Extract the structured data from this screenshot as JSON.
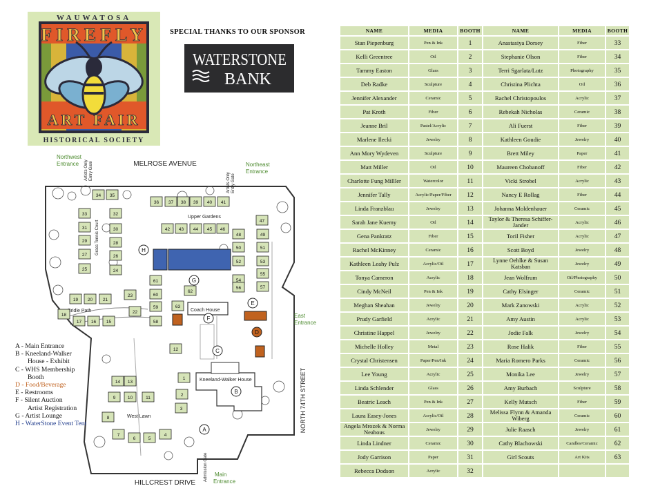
{
  "logo": {
    "line1": "WAUWATOSA",
    "line2": "FIREFLY",
    "line3": "ART FAIR",
    "line4": "HISTORICAL SOCIETY"
  },
  "sponsor": {
    "thanks": "SPECIAL THANKS TO OUR SPONSOR",
    "logo_line1": "WATERSTONE",
    "logo_line2": "BANK",
    "colors": {
      "logo_bg": "#2c2c2e",
      "logo_text": "#ffffff"
    }
  },
  "map": {
    "streets": {
      "north": "MELROSE AVENUE",
      "south": "HILLCREST DRIVE",
      "east": "NORTH 74TH STREET"
    },
    "entrances": {
      "northwest": [
        "Northwest",
        "Entrance"
      ],
      "northeast": [
        "Northeast",
        "Entrance"
      ],
      "east": [
        "East",
        "Entrance"
      ],
      "main": [
        "Main",
        "Entrance"
      ]
    },
    "gates": {
      "artists_left": [
        "Artists Only",
        "Entry Gate"
      ],
      "artists_right": [
        "Artists Only",
        "Entry Gate"
      ],
      "admission": "Admission Gate"
    },
    "areas": {
      "upper_gardens": "Upper Gardens",
      "bridle_path": "Bridle Path",
      "grass_tennis_court": "Grass Tennis Court",
      "coach_house": "Coach House",
      "kneeland_walker_house": "Kneeland-Walker House",
      "west_lawn": "West Lawn"
    },
    "booths": [
      "1",
      "2",
      "3",
      "4",
      "5",
      "6",
      "7",
      "8",
      "9",
      "10",
      "11",
      "12",
      "13",
      "14",
      "15",
      "16",
      "17",
      "18",
      "19",
      "20",
      "21",
      "22",
      "23",
      "24",
      "25",
      "26",
      "27",
      "28",
      "29",
      "30",
      "31",
      "32",
      "33",
      "34",
      "35",
      "36",
      "37",
      "38",
      "39",
      "40",
      "41",
      "42",
      "43",
      "44",
      "45",
      "46",
      "47",
      "48",
      "49",
      "50",
      "51",
      "52",
      "53",
      "54",
      "55",
      "56",
      "57",
      "58",
      "59",
      "60",
      "61",
      "62",
      "63"
    ],
    "markers": [
      "A",
      "B",
      "C",
      "D",
      "E",
      "F",
      "G",
      "H"
    ]
  },
  "legend": {
    "a": "A - Main Entrance",
    "b1": "B - Kneeland-Walker",
    "b2": "House - Exhibit",
    "c1": "C - WHS Membership",
    "c2": "Booth",
    "d": "D - Food/Beverage",
    "e": "E - Restrooms",
    "f1": "F - Silent Auction",
    "f2": "Artist Registration",
    "g": "G - Artist Lounge",
    "h": "H - WaterStone Event Tent",
    "colors": {
      "food": "#c0621f",
      "tent": "#1f3b8c",
      "entrance": "#4c8a2e"
    }
  },
  "table": {
    "headers": [
      "NAME",
      "MEDIA",
      "BOOTH",
      "NAME",
      "MEDIA",
      "BOOTH"
    ],
    "rows": [
      [
        [
          "Stan Piepenburg",
          "Pen & Ink",
          "1"
        ],
        [
          "Anastasiya Dorsey",
          "Fiber",
          "33"
        ]
      ],
      [
        [
          "Kelli Greentree",
          "Oil",
          "2"
        ],
        [
          "Stephanie Olson",
          "Fiber",
          "34"
        ]
      ],
      [
        [
          "Tammy Easton",
          "Glass",
          "3"
        ],
        [
          "Terri Sgarlata/Lutz",
          "Photography",
          "35"
        ]
      ],
      [
        [
          "Deb Radke",
          "Sculpture",
          "4"
        ],
        [
          "Christina Plichta",
          "Oil",
          "36"
        ]
      ],
      [
        [
          "Jennifer Alexander",
          "Ceramic",
          "5"
        ],
        [
          "Rachel Christopoulos",
          "Acrylic",
          "37"
        ]
      ],
      [
        [
          "Pat Kroth",
          "Fiber",
          "6"
        ],
        [
          "Rebekah Nicholas",
          "Ceramic",
          "38"
        ]
      ],
      [
        [
          "Jeanne Bril",
          "Pastel/Acrylic",
          "7"
        ],
        [
          "Ali Fuerst",
          "Fiber",
          "39"
        ]
      ],
      [
        [
          "Marlene Ilecki",
          "Jewelry",
          "8"
        ],
        [
          "Kathleen Goudie",
          "Jewelry",
          "40"
        ]
      ],
      [
        [
          "Ann Mory Wydeven",
          "Sculpture",
          "9"
        ],
        [
          "Brett Miley",
          "Paper",
          "41"
        ]
      ],
      [
        [
          "Matt Miller",
          "Oil",
          "10"
        ],
        [
          "Maureen Chobanoff",
          "Fiber",
          "42"
        ]
      ],
      [
        [
          "Charlotte Fung Milller",
          "Watercolor",
          "11"
        ],
        [
          "Vicki Strobel",
          "Acrylic",
          "43"
        ]
      ],
      [
        [
          "Jennifer Tally",
          "Acrylic/Paper/Fiber",
          "12"
        ],
        [
          "Nancy E Rollag",
          "Fiber",
          "44"
        ]
      ],
      [
        [
          "Linda Franzblau",
          "Jewelry",
          "13"
        ],
        [
          "Johanna Moldenhauer",
          "Ceramic",
          "45"
        ]
      ],
      [
        [
          "Sarah Jane Kuemy",
          "Oil",
          "14"
        ],
        [
          "Taylor & Theresa Schiffer-Jander",
          "Acrylic",
          "46"
        ]
      ],
      [
        [
          "Gena Pankratz",
          "Fiber",
          "15"
        ],
        [
          "Toril Fisher",
          "Acrylic",
          "47"
        ]
      ],
      [
        [
          "Rachel McKinney",
          "Ceramic",
          "16"
        ],
        [
          "Scott Boyd",
          "Jewelry",
          "48"
        ]
      ],
      [
        [
          "Kathleen Leahy Pulz",
          "Acrylic/Oil",
          "17"
        ],
        [
          "Lynne Oehlke & Susan Katsban",
          "Jewelry",
          "49"
        ]
      ],
      [
        [
          "Tonya Cameron",
          "Acrylic",
          "18"
        ],
        [
          "Jean Wolfrum",
          "Oil/Photography",
          "50"
        ]
      ],
      [
        [
          "Cindy McNeil",
          "Pen & Ink",
          "19"
        ],
        [
          "Cathy Elsinger",
          "Ceramic",
          "51"
        ]
      ],
      [
        [
          "Meghan Sheahan",
          "Jewelry",
          "20"
        ],
        [
          "Mark Zanowski",
          "Acrylic",
          "52"
        ]
      ],
      [
        [
          "Prudy Garfield",
          "Acrylic",
          "21"
        ],
        [
          "Amy Austin",
          "Acrylic",
          "53"
        ]
      ],
      [
        [
          "Christine Happel",
          "Jewelry",
          "22"
        ],
        [
          "Jodie Falk",
          "Jewelry",
          "54"
        ]
      ],
      [
        [
          "Michelle Holley",
          "Metal",
          "23"
        ],
        [
          "Rose Halik",
          "Fiber",
          "55"
        ]
      ],
      [
        [
          "Crystal Christensen",
          "Paper/Pen/Ink",
          "24"
        ],
        [
          "Maria Romero Parks",
          "Ceramic",
          "56"
        ]
      ],
      [
        [
          "Lee Young",
          "Acrylic",
          "25"
        ],
        [
          "Monika Lee",
          "Jewelry",
          "57"
        ]
      ],
      [
        [
          "Linda Schlender",
          "Glass",
          "26"
        ],
        [
          "Amy Burbach",
          "Sculpture",
          "58"
        ]
      ],
      [
        [
          "Beatric Leach",
          "Pen & Ink",
          "27"
        ],
        [
          "Kelly Mutsch",
          "Fiber",
          "59"
        ]
      ],
      [
        [
          "Laura Easey-Jones",
          "Acrylic/Oil",
          "28"
        ],
        [
          "Melissa Flynn & Amanda Wiberg",
          "Ceramic",
          "60"
        ]
      ],
      [
        [
          "Angela Mrozek & Norma Neahous",
          "Jewelry",
          "29"
        ],
        [
          "Julie Raasch",
          "Jewelry",
          "61"
        ]
      ],
      [
        [
          "Linda Lindner",
          "Ceramic",
          "30"
        ],
        [
          "Cathy Blachowski",
          "Candles/Ceramic",
          "62"
        ]
      ],
      [
        [
          "Jody Garrison",
          "Paper",
          "31"
        ],
        [
          "Girl Scouts",
          "Art Kits",
          "63"
        ]
      ],
      [
        [
          "Rebecca Dodson",
          "Acrylic",
          "32"
        ],
        [
          "",
          "",
          ""
        ]
      ]
    ],
    "colors": {
      "cell_bg": "#d6e4b8"
    }
  }
}
